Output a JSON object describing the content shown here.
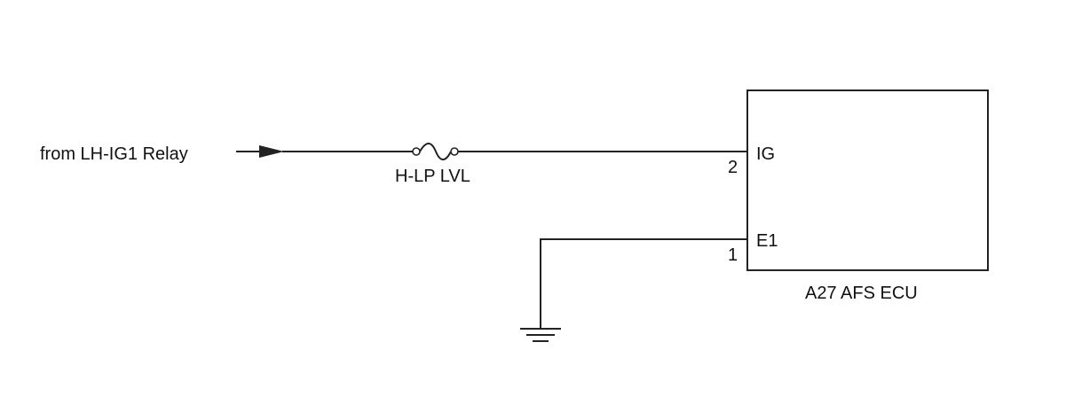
{
  "source": {
    "label": "from LH-IG1 Relay"
  },
  "fuse": {
    "label": "H-LP LVL"
  },
  "ecu": {
    "name": "A27 AFS ECU",
    "pins": [
      {
        "number": "2",
        "name": "IG"
      },
      {
        "number": "1",
        "name": "E1"
      }
    ]
  },
  "colors": {
    "line": "#222222",
    "text": "#111111",
    "background": "#ffffff"
  }
}
